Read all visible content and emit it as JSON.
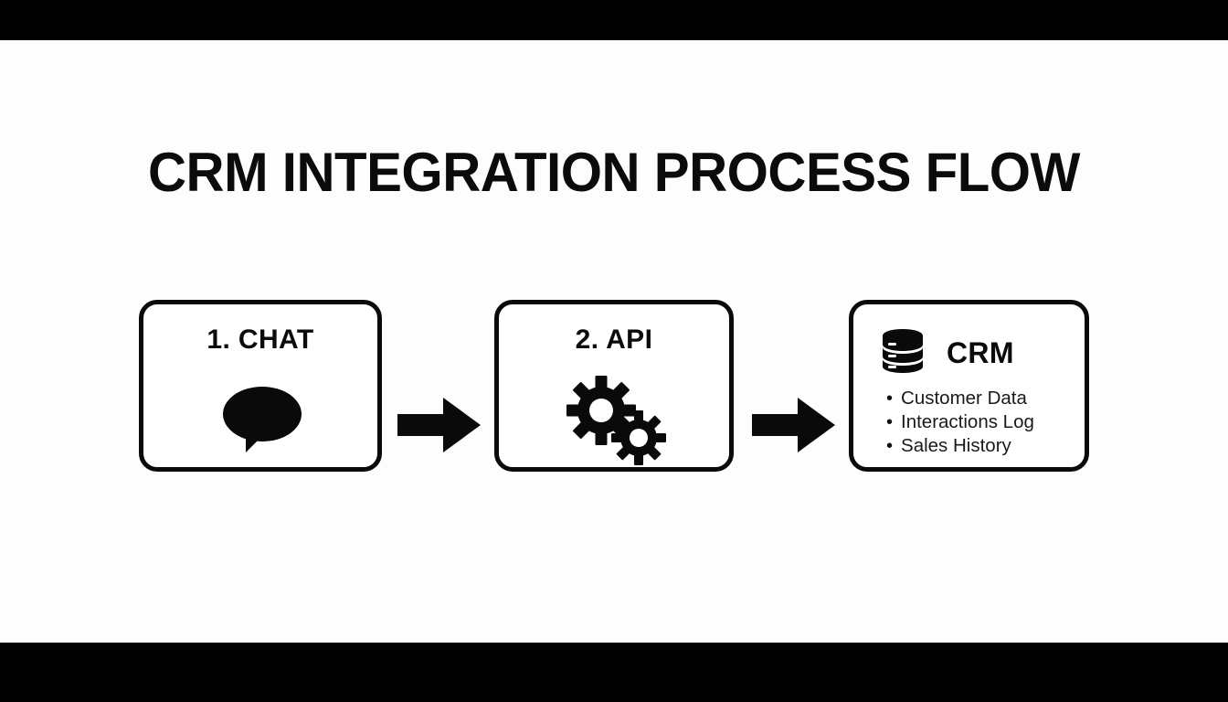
{
  "slide": {
    "title": "CRM INTEGRATION PROCESS FLOW",
    "background_color": "#fdfdfe",
    "letterbox_color": "#000000",
    "ink_color": "#0a0a0a"
  },
  "flow": {
    "steps": [
      {
        "label": "1. CHAT",
        "icon": "speech-bubble-icon"
      },
      {
        "label": "2. API",
        "icon": "gears-icon"
      },
      {
        "label": "CRM",
        "icon": "database-icon",
        "bullets": [
          "Customer Data",
          "Interactions Log",
          "Sales History"
        ],
        "bullet_marker": "•"
      }
    ],
    "connectors": [
      {
        "name": "arrow-chat-to-api",
        "direction": "right"
      },
      {
        "name": "arrow-api-to-crm",
        "direction": "right"
      }
    ]
  }
}
